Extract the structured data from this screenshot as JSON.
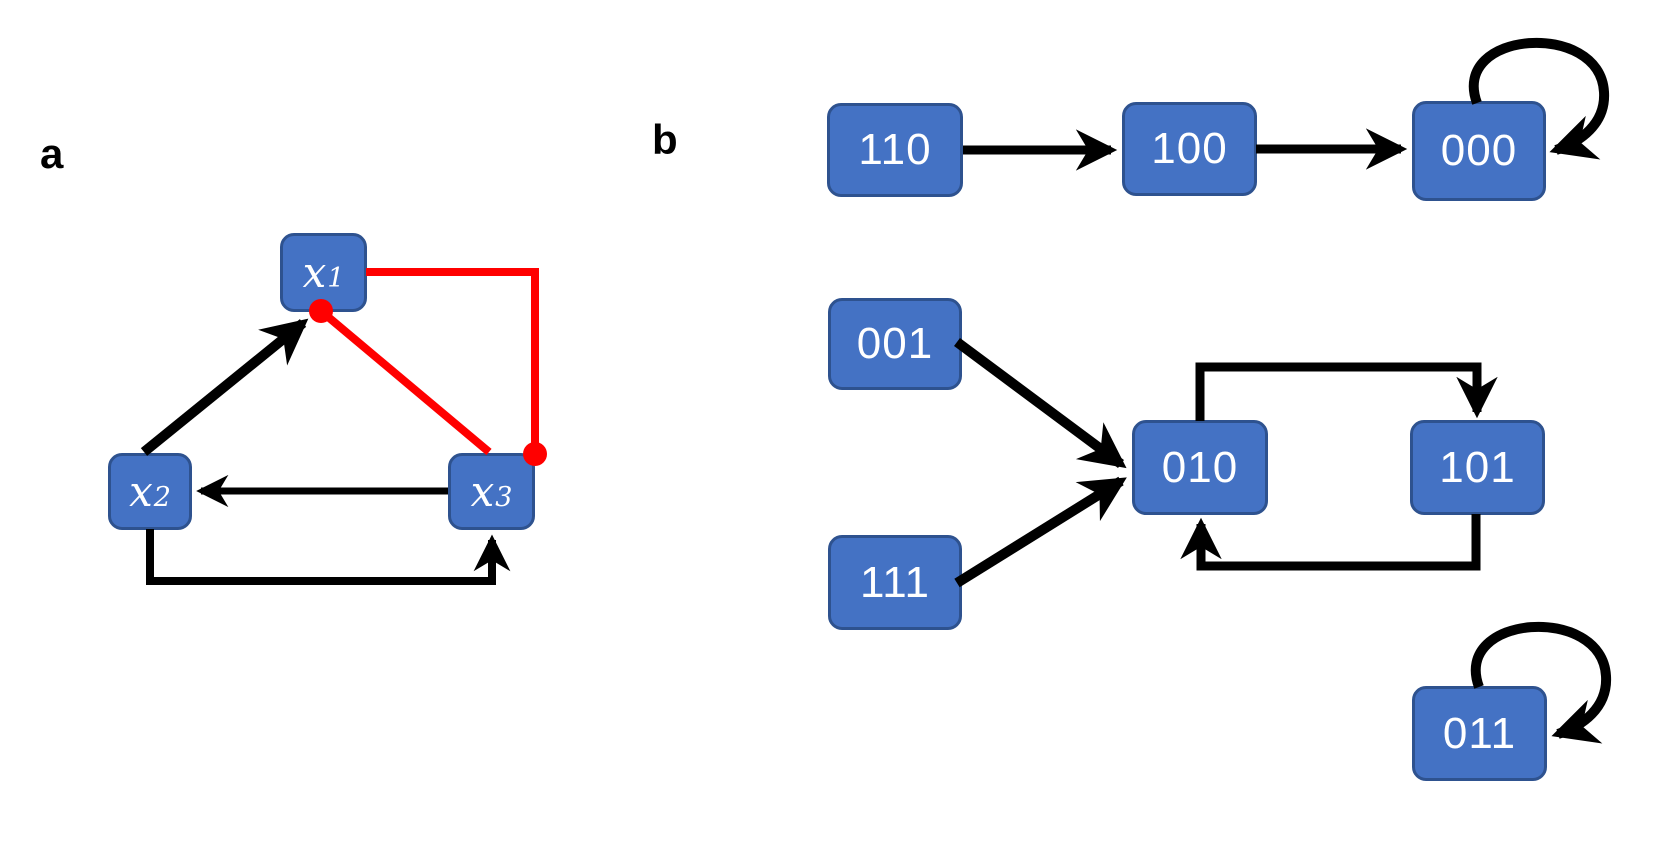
{
  "figure": {
    "description": "Boolean network wiring diagram and its state transition graph",
    "colors": {
      "node_fill": "#4472c4",
      "node_border": "#2e528f",
      "node_text": "#ffffff",
      "activation_edge": "#000000",
      "inhibition_edge": "#ff0000",
      "panel_label": "#000000"
    }
  },
  "panels": {
    "a": {
      "label": "a",
      "nodes": [
        {
          "id": "x1",
          "base": "x",
          "sub": "1"
        },
        {
          "id": "x2",
          "base": "x",
          "sub": "2"
        },
        {
          "id": "x3",
          "base": "x",
          "sub": "3"
        }
      ],
      "edges": [
        {
          "from": "x2",
          "to": "x1",
          "type": "activation-arrow",
          "color": "#000000"
        },
        {
          "from": "x3",
          "to": "x2",
          "type": "activation-arrow",
          "color": "#000000"
        },
        {
          "from": "x2",
          "to": "x3",
          "type": "activation-arrow",
          "color": "#000000"
        },
        {
          "from": "x1",
          "to": "x3",
          "type": "inhibition-dot",
          "color": "#ff0000"
        },
        {
          "from": "x3",
          "to": "x1",
          "type": "inhibition-dot",
          "color": "#ff0000"
        }
      ]
    },
    "b": {
      "label": "b",
      "nodes": [
        {
          "id": "110",
          "label": "110"
        },
        {
          "id": "100",
          "label": "100"
        },
        {
          "id": "000",
          "label": "000"
        },
        {
          "id": "001",
          "label": "001"
        },
        {
          "id": "111",
          "label": "111"
        },
        {
          "id": "010",
          "label": "010"
        },
        {
          "id": "101",
          "label": "101"
        },
        {
          "id": "011",
          "label": "011"
        }
      ],
      "edges": [
        {
          "from": "110",
          "to": "100",
          "type": "transition"
        },
        {
          "from": "100",
          "to": "000",
          "type": "transition"
        },
        {
          "from": "000",
          "to": "000",
          "type": "self-loop"
        },
        {
          "from": "001",
          "to": "010",
          "type": "transition"
        },
        {
          "from": "111",
          "to": "010",
          "type": "transition"
        },
        {
          "from": "010",
          "to": "101",
          "type": "transition"
        },
        {
          "from": "101",
          "to": "010",
          "type": "transition"
        },
        {
          "from": "011",
          "to": "011",
          "type": "self-loop"
        }
      ]
    }
  }
}
